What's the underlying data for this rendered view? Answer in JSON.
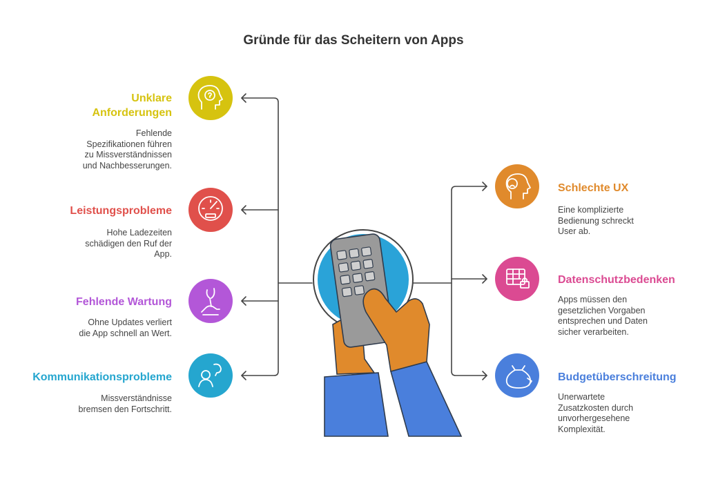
{
  "title": "Gründe für das Scheitern von Apps",
  "items": [
    {
      "heading": "Unklare\nAnforderungen",
      "description": "Fehlende\nSpezifikationen führen\nzu Missverständnissen\nund Nachbesserungen.",
      "color": "#d6c30f",
      "icon": "question-head-icon"
    },
    {
      "heading": "Leistungsprobleme",
      "description": "Hohe Ladezeiten\nschädigen den Ruf der\nApp.",
      "color": "#e0504b",
      "icon": "speedometer-icon"
    },
    {
      "heading": "Fehlende Wartung",
      "description": "Ohne Updates verliert\ndie App schnell an Wert.",
      "color": "#b357d8",
      "icon": "wrench-hand-icon"
    },
    {
      "heading": "Kommunikationsprobleme",
      "description": "Missverständnisse\nbremsen den Fortschritt.",
      "color": "#25a6cf",
      "icon": "people-talking-icon"
    },
    {
      "heading": "Schlechte UX",
      "description": "Eine komplizierte\nBedienung schreckt\nUser ab.",
      "color": "#e08a2c",
      "icon": "sad-face-head-icon"
    },
    {
      "heading": "Datenschutzbedenken",
      "description": "Apps müssen den\ngesetzlichen Vorgaben\nentsprechen und Daten\nsicher verarbeiten.",
      "color": "#db4a92",
      "icon": "table-lock-icon"
    },
    {
      "heading": "Budgetüberschreitung",
      "description": "Unerwartete\nZusatzkosten durch\nunvorhergesehene\nKomplexität.",
      "color": "#4a7fdc",
      "icon": "money-bag-icon"
    }
  ]
}
